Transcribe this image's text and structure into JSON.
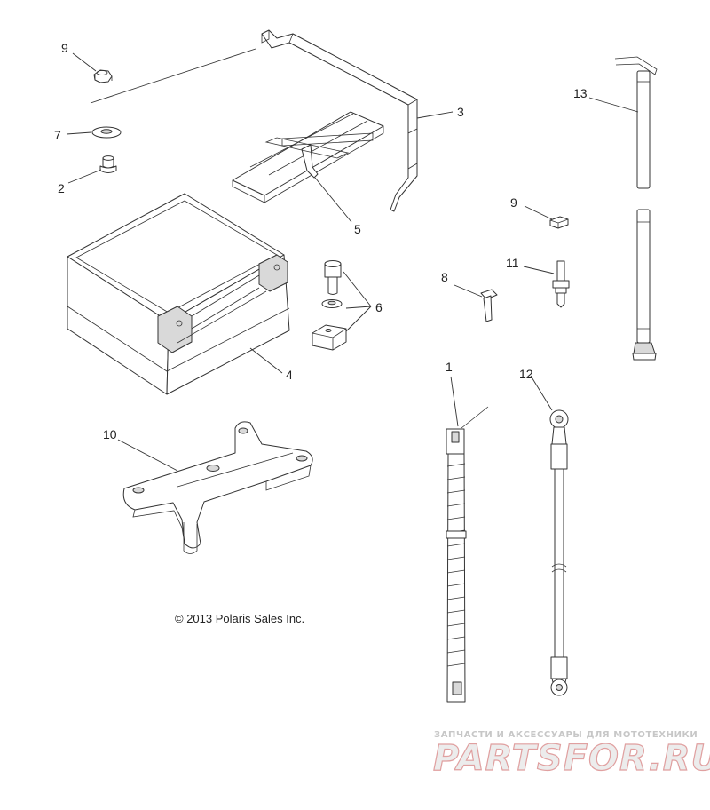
{
  "callouts": {
    "c1": "1",
    "c2": "2",
    "c3": "3",
    "c4": "4",
    "c5": "5",
    "c6": "6",
    "c7": "7",
    "c8": "8",
    "c9a": "9",
    "c9b": "9",
    "c10": "10",
    "c11": "11",
    "c12": "12",
    "c13": "13"
  },
  "copyright": "© 2013 Polaris Sales Inc.",
  "watermark": {
    "tagline": "ЗАПЧАСТИ И АКСЕССУАРЫ ДЛЯ МОТОТЕХНИКИ",
    "logo": "PARTSFOR.RU",
    "logo_color": "#e0a0a0"
  }
}
